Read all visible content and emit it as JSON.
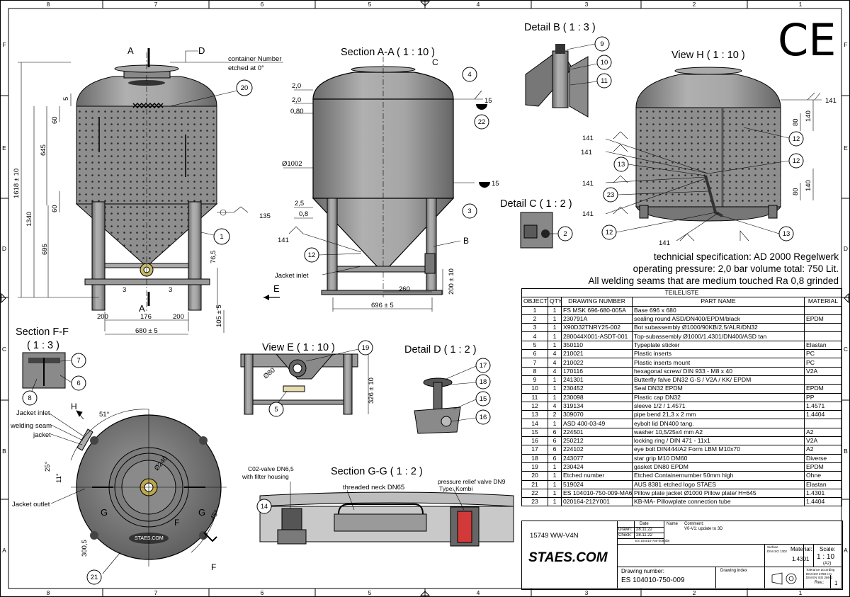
{
  "border": {
    "columns": [
      "8",
      "7",
      "6",
      "5",
      "4",
      "3",
      "2",
      "1"
    ],
    "rows": [
      "F",
      "E",
      "D",
      "C",
      "B",
      "A"
    ]
  },
  "ce_mark": "CE",
  "views": {
    "front": {
      "callouts": [
        "A",
        "D",
        "A",
        "20",
        "1"
      ],
      "note": [
        "container Number",
        "etched at 0°"
      ],
      "dims": {
        "d5": "5",
        "d60a": "60",
        "d645": "645",
        "d60b": "60",
        "d1618": "1618 ± 10",
        "d1340": "1340",
        "d695": "695",
        "d765": "76,5",
        "d3a": "3",
        "d3b": "3",
        "d200a": "200",
        "d176": "176",
        "d200b": "200",
        "d680": "680 ± 5",
        "d105": "105 ± 5",
        "weld": "135"
      }
    },
    "section_aa": {
      "title": "Section A-A ( 1 : 10 )",
      "callouts": [
        "C",
        "4",
        "22",
        "3",
        "12",
        "B"
      ],
      "dims": {
        "t20a": "2,0",
        "t20b": "2,0",
        "t080": "0,80",
        "dia": "Ø1002",
        "t25": "2,5",
        "t08": "0,8",
        "w141": "141",
        "w15a": "15",
        "w15b": "15",
        "d260": "260",
        "d200": "200 ± 10",
        "d696": "696 ± 5"
      },
      "jacket_inlet": "Jacket inlet",
      "arrow_e": "E"
    },
    "detail_b": {
      "title": "Detail B ( 1 : 3 )",
      "callouts": [
        "9",
        "10",
        "11"
      ]
    },
    "detail_c": {
      "title": "Detail C ( 1 : 2 )",
      "callouts": [
        "2"
      ]
    },
    "view_h": {
      "title": "View H ( 1 : 10 )",
      "callouts": [
        "12",
        "12",
        "13",
        "13",
        "12",
        "23"
      ],
      "dims": {
        "w141a": "141",
        "w141b": "141",
        "w141c": "141",
        "w141d": "141",
        "w141e": "141",
        "w141f": "141",
        "d80a": "80",
        "d140a": "140",
        "d80b": "80",
        "d140b": "140"
      }
    },
    "section_ff": {
      "title": [
        "Section F-F",
        "( 1 : 3 )"
      ],
      "callouts": [
        "7",
        "6",
        "8"
      ]
    },
    "view_e": {
      "title": "View E ( 1 : 10 )",
      "callouts": [
        "19",
        "5"
      ],
      "dims": {
        "dia80": "Ø80",
        "d326": "326 ± 10"
      }
    },
    "detail_d": {
      "title": "Detail D ( 1 : 2 )",
      "callouts": [
        "17",
        "18",
        "15",
        "16"
      ]
    },
    "top_view": {
      "labels": {
        "h": "H",
        "jacket_inlet": "Jacket inlet",
        "weld_seam": "welding seam",
        "jacket": "jacket",
        "jacket_outlet": "Jacket outlet",
        "g1": "G",
        "g2": "G",
        "f1": "F",
        "f2": "F",
        "a51": "51°",
        "a25": "25°",
        "a11": "11°",
        "a45": "45°",
        "d240": "Ø240",
        "d3005": "300,5",
        "logo": "STAES.COM",
        "c21": "21"
      }
    },
    "section_gg": {
      "title": "Section G-G ( 1 : 2 )",
      "labels": {
        "co2": [
          "C02-valve DN6,5",
          "with filter housing"
        ],
        "neck": "threaded neck DN65",
        "relief": [
          "pressure relief valve DN9",
          "Type: Kombi"
        ],
        "c14": "14"
      }
    }
  },
  "spec": [
    "technicial specification: AD 2000 Regelwerk",
    "operating pressure: 2,0 bar volume total: 750 Lit.",
    "All welding seams that are medium touched Ra 0,8 grinded"
  ],
  "bom": {
    "title": "TEILELISTE",
    "headers": [
      "OBJECT",
      "QTY",
      "DRAWING NUMBER",
      "PART NAME",
      "MATERIAL"
    ],
    "rows": [
      [
        "1",
        "1",
        "FS MSK 696-680-005A",
        "Base 696 x 680",
        ""
      ],
      [
        "2",
        "1",
        "230791A",
        "sealing round ASD/DN400/EPDM/black",
        "EPDM"
      ],
      [
        "3",
        "1",
        "X90D32TNRY25-002",
        "Bot subassembly Ø1000/90KB/2,5/ALR/DN32",
        ""
      ],
      [
        "4",
        "1",
        "280044X001-ASDT-001",
        "Top-subassembly Ø1000/1.4301/DN400/ASD tan",
        ""
      ],
      [
        "5",
        "1",
        "350110",
        "Typeplate sticker",
        "Elastan"
      ],
      [
        "6",
        "4",
        "210021",
        "Plastic inserts",
        "PC"
      ],
      [
        "7",
        "4",
        "210022",
        "Plastic inserts mount",
        "PC"
      ],
      [
        "8",
        "4",
        "170116",
        "hexagonal screw/ DIN 933 - M8  x 40",
        "V2A"
      ],
      [
        "9",
        "1",
        "241301",
        "Butterfly falve DN32 G-S / V2A / KK/ EPDM",
        ""
      ],
      [
        "10",
        "1",
        "230452",
        "Seal DN32 EPDM",
        "EPDM"
      ],
      [
        "11",
        "1",
        "230098",
        "Plastic cap DN32",
        "PP"
      ],
      [
        "12",
        "4",
        "319134",
        "sleeve 1/2 / 1.4571",
        "1.4571"
      ],
      [
        "13",
        "2",
        "309070",
        "pipe bend 21,3 x 2 mm",
        "1.4404"
      ],
      [
        "14",
        "1",
        "ASD 400-03-49",
        "eybolt lid DN400 tang.",
        ""
      ],
      [
        "15",
        "6",
        "224501",
        "washer 10,5/25x4 mm A2",
        "A2"
      ],
      [
        "16",
        "6",
        "250212",
        "locking ring / DIN 471 - 11x1",
        "V2A"
      ],
      [
        "17",
        "6",
        "224102",
        "eye bolt DIN444/A2 Form LBM M10x70",
        "A2"
      ],
      [
        "18",
        "6",
        "243077",
        "star grip M10 DM60",
        "Diverse"
      ],
      [
        "19",
        "1",
        "230424",
        "gasket DN80 EPDM",
        "EPDM"
      ],
      [
        "20",
        "1",
        "Etched number",
        "Etched Containernumber 50mm high",
        "Ohne"
      ],
      [
        "21",
        "1",
        "519024",
        "AUS 8381 etched logo STAES",
        "Elastan"
      ],
      [
        "22",
        "1",
        "ES 104010-750-009-MA645",
        "Pillow plate jacket Ø1000 Pillow plate/ H=645",
        "1.4301"
      ],
      [
        "23",
        "1",
        "020164-212Y001",
        "KB-MA- Pillowplate connection tube",
        "1.4404"
      ]
    ]
  },
  "title_block": {
    "project": "15749 WW-V4N",
    "date_label": "Date",
    "name_label": "Name",
    "comment_label": "Comment:",
    "comment": "V0-V1: update to 3D",
    "drawn_label": "Drawn:",
    "drawn_date": "28.11.22",
    "check_label": "Check:",
    "check_date": "28.11.22",
    "file": "ES 104010-750-009.idw",
    "company": "STAES.COM",
    "material_label": "Material:",
    "material": "1.4301",
    "scale_label": "Scale:",
    "scale": "1 : 10",
    "paper": "(A2)",
    "surface_label": "Surface",
    "surface_norm": "DIN ISO 1302",
    "tolerance_label": "Tolerance according",
    "tolerance_norm": [
      "DIN ISO 2768-c-K",
      "DIN EN ISO 286-2"
    ],
    "drawing_number_label": "Drawing number:",
    "drawing_number": "ES 104010-750-009",
    "drawing_index_label": "Drawing index",
    "rev_label": "Rev.:",
    "sheet": "1"
  }
}
